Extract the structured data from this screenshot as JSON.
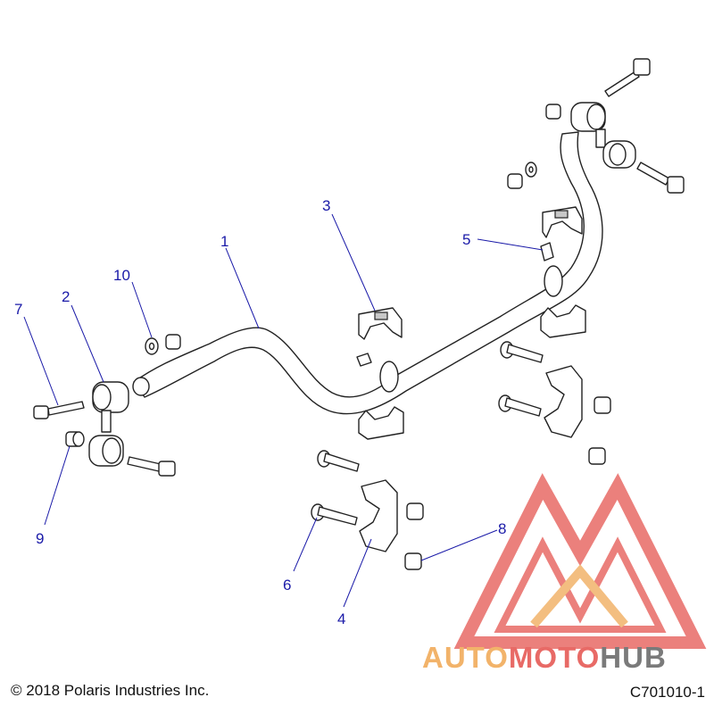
{
  "callouts": [
    {
      "id": "1",
      "label": "1"
    },
    {
      "id": "2",
      "label": "2"
    },
    {
      "id": "3",
      "label": "3"
    },
    {
      "id": "4",
      "label": "4"
    },
    {
      "id": "5",
      "label": "5"
    },
    {
      "id": "6",
      "label": "6"
    },
    {
      "id": "7",
      "label": "7"
    },
    {
      "id": "8",
      "label": "8"
    },
    {
      "id": "9",
      "label": "9"
    },
    {
      "id": "10",
      "label": "10"
    }
  ],
  "footer": {
    "copyright": "© 2018 Polaris Industries Inc.",
    "diagram_code": "C701010-1"
  },
  "watermark": {
    "part1": "AUTO",
    "part2": "MOTO",
    "part3": "HUB",
    "colors": {
      "orange": "#f2b36a",
      "red": "#e86a66",
      "gray": "#7a7a7a"
    }
  }
}
